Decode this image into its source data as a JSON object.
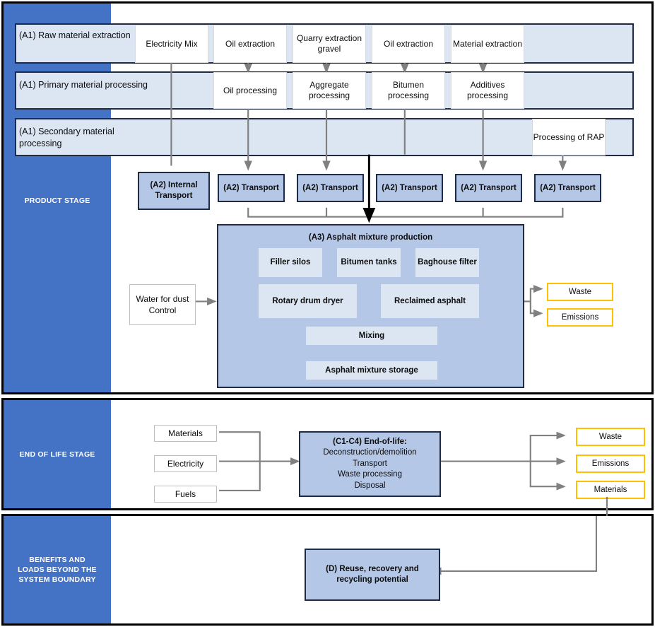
{
  "diagram": {
    "title": "Asphalt mixture life-cycle system boundary diagram",
    "accent_blue": "#4472c4",
    "band_blue": "#dce6f3",
    "box_blue": "#b4c7e7",
    "output_yellow": "#ffc000"
  },
  "stages": {
    "product": "PRODUCT STAGE",
    "end_of_life": "END OF LIFE STAGE",
    "benefits": "BENEFITS AND LOADS BEYOND THE SYSTEM BOUNDARY"
  },
  "bands": {
    "raw": "(A1) Raw material extraction",
    "primary": "(A1) Primary material processing",
    "secondary": "(A1) Secondary material processing"
  },
  "raw_materials": [
    {
      "label": "Electricity Mix"
    },
    {
      "label": "Oil extraction"
    },
    {
      "label": "Quarry extraction gravel"
    },
    {
      "label": "Oil extraction"
    },
    {
      "label": "Material extraction"
    }
  ],
  "primary_processing": [
    {
      "label": "Oil processing"
    },
    {
      "label": "Aggregate processing"
    },
    {
      "label": "Bitumen processing"
    },
    {
      "label": "Additives processing"
    }
  ],
  "secondary_processing": [
    {
      "label": "Processing of RAP"
    }
  ],
  "transport": [
    {
      "label": "(A2) Internal Transport"
    },
    {
      "label": "(A2) Transport"
    },
    {
      "label": "(A2) Transport"
    },
    {
      "label": "(A2) Transport"
    },
    {
      "label": "(A2) Transport"
    },
    {
      "label": "(A2) Transport"
    }
  ],
  "production": {
    "title": "(A3) Asphalt mixture production",
    "units": [
      {
        "label": "Filler silos"
      },
      {
        "label": "Bitumen tanks"
      },
      {
        "label": "Baghouse filter"
      },
      {
        "label": "Rotary drum dryer"
      },
      {
        "label": "Reclaimed asphalt"
      },
      {
        "label": "Mixing"
      },
      {
        "label": "Asphalt mixture storage"
      }
    ],
    "input": "Water for dust Control",
    "outputs": [
      {
        "label": "Waste"
      },
      {
        "label": "Emissions"
      }
    ]
  },
  "end_of_life": {
    "inputs": [
      {
        "label": "Materials"
      },
      {
        "label": "Electricity"
      },
      {
        "label": "Fuels"
      }
    ],
    "process": {
      "heading": "(C1-C4) End-of-life:",
      "lines": [
        "Deconstruction/demolition",
        "Transport",
        "Waste processing",
        "Disposal"
      ]
    },
    "outputs": [
      {
        "label": "Waste"
      },
      {
        "label": "Emissions"
      },
      {
        "label": "Materials"
      }
    ]
  },
  "benefits": {
    "box": "(D) Reuse, recovery and recycling potential"
  }
}
